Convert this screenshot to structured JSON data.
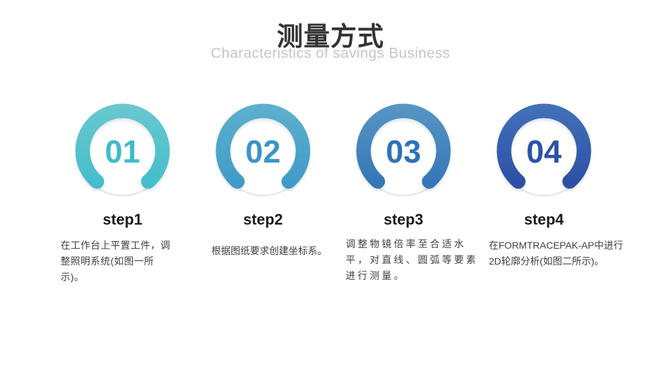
{
  "header": {
    "title": "测量方式",
    "subtitle": "Characteristics of savings Business"
  },
  "steps": [
    {
      "number": "01",
      "label": "step1",
      "description": "在工作台上平置工件，调\n整照明系统(如图一所\n示)。",
      "arc_color_top": "#6bc9d0",
      "arc_color_bottom": "#3cbbca",
      "number_color": "#3fbccb"
    },
    {
      "number": "02",
      "label": "step2",
      "description": "根据图纸要求创建坐标系。",
      "arc_color_top": "#5fb2cf",
      "arc_color_bottom": "#3a96c6",
      "number_color": "#3a96c5"
    },
    {
      "number": "03",
      "label": "step3",
      "description": "调整物镜倍率至合适水\n平，对直线、圆弧等要素\n进行测量。",
      "arc_color_top": "#5a98c4",
      "arc_color_bottom": "#2c6fb5",
      "number_color": "#2e72b7"
    },
    {
      "number": "04",
      "label": "step4",
      "description": "在FORMTRACEPAK-AP中进行\n2D轮廓分析(如图二所示)。",
      "arc_color_top": "#4473bc",
      "arc_color_bottom": "#27489e",
      "number_color": "#2b53a8"
    }
  ],
  "decor": {
    "track_color": "#e7e7e7"
  }
}
